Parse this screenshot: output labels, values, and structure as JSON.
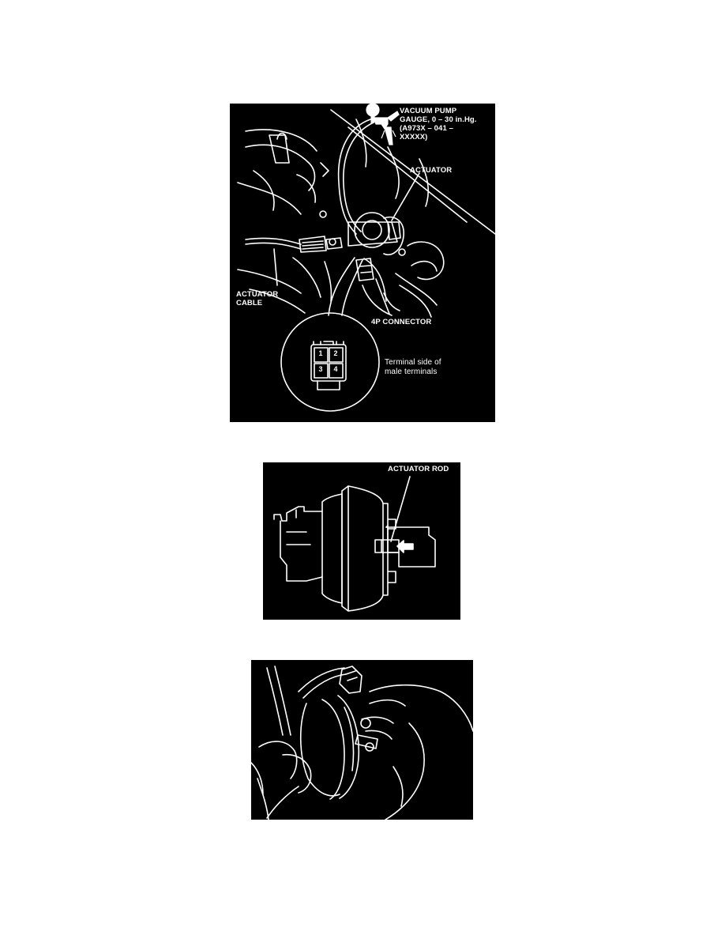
{
  "figure1": {
    "vacuum_pump_label_lines": [
      "VACUUM PUMP",
      "GAUGE, 0 – 30 in.Hg.",
      "(A973X – 041 –",
      "XXXXX)"
    ],
    "actuator_label": "ACTUATOR",
    "actuator_cable_label_lines": [
      "ACTUATOR",
      "CABLE"
    ],
    "connector_label": "4P CONNECTOR",
    "terminal_label_lines": [
      "Terminal side of",
      "male terminals"
    ],
    "terminals": [
      "1",
      "2",
      "3",
      "4"
    ]
  },
  "figure2": {
    "actuator_rod_label": "ACTUATOR ROD"
  },
  "colors": {
    "page_background": "#ffffff",
    "figure_background": "#000000",
    "line_art": "#ffffff"
  }
}
